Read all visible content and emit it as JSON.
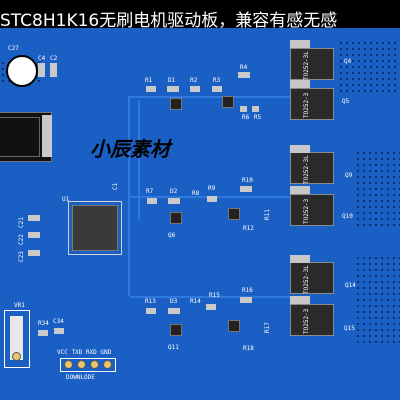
{
  "banner": {
    "title": "STC8H1K16无刷电机驱动板，兼容有感无感"
  },
  "watermark": "小辰素材",
  "labels": {
    "c27": "C27",
    "c4": "C4",
    "c2": "C2",
    "r1": "R1",
    "d1": "D1",
    "r2": "R2",
    "r4": "R4",
    "r3": "R3",
    "r6": "R6",
    "r5": "R5",
    "q4": "Q4",
    "q5": "Q5",
    "q9": "Q9",
    "q10": "Q10",
    "q14": "Q14",
    "q15": "Q15",
    "r7": "R7",
    "d2": "D2",
    "r8": "R8",
    "r9": "R9",
    "r10": "R10",
    "r11": "R11",
    "r12": "R12",
    "q6": "Q6",
    "u1": "U1",
    "c1": "C1",
    "r13": "R13",
    "d3": "D3",
    "r14": "R14",
    "r15": "R15",
    "r16": "R16",
    "r17": "R17",
    "r18": "R18",
    "q11": "Q11",
    "vr1": "VR1",
    "r34": "R34",
    "c34": "C34",
    "c21": "C21",
    "c22": "C22",
    "c23": "C23",
    "header_pins": "VCC TXD RXD GND",
    "download": "DOWNLODE"
  },
  "mosfet_text": {
    "top_a": "TO252-3L",
    "top_b": "TO252-3",
    "mid_a": "TO252-3L",
    "mid_b": "TO252-3",
    "bot_a": "TO252-3L",
    "bot_b": "TO252-3"
  }
}
